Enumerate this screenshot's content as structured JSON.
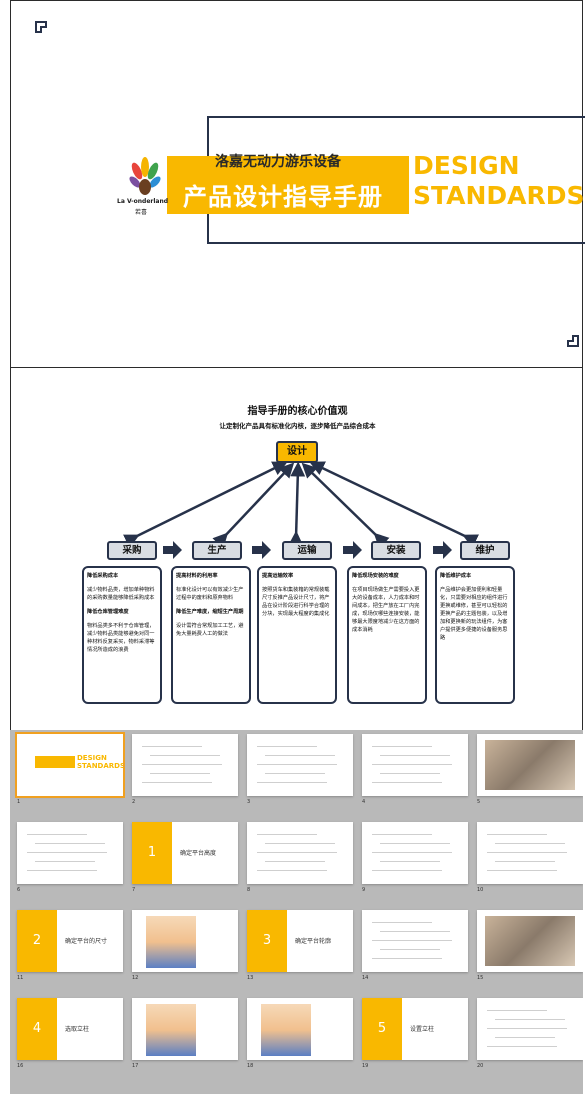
{
  "cover": {
    "logo_text": "La V-onderland",
    "logo_sub": "若喜",
    "title_cn_1": "洛嘉无动力游乐设备",
    "title_cn_2": "产品设计指导手册",
    "title_en_1": "DESIGN",
    "title_en_2": "STANDARDS"
  },
  "values": {
    "title": "指导手册的核心价值观",
    "subtitle": "让定制化产品具有标准化内核，逐步降低产品综合成本",
    "center_node": "设计",
    "stages": [
      "采购",
      "生产",
      "运输",
      "安装",
      "维护"
    ],
    "cards": [
      {
        "h1": "降低采购成本",
        "p1": "减少物料品类，增加单种物料的采购数量能够降低采购成本",
        "h2": "降低仓库管理难度",
        "p2": "物料品类多不利于仓库管理，减少物料品类能够避免对同一种材料反复采买，物料采滞等情况所造成的浪费"
      },
      {
        "h1": "提高材料的利用率",
        "p1": "标准化设计可以有效减少生产过程中的废料和原弃物料",
        "h2": "降低生产难度，缩短生产周期",
        "p2": "设计需符合常规加工工艺，避免大量耗费人工的做法"
      },
      {
        "h1": "提高运输效率",
        "p1": "按照货车和集装箱的常规装载尺寸反推产品设计尺寸，将产品在设计阶段进行科学合理的分块，实现最大程度的集成化",
        "h2": "",
        "p2": ""
      },
      {
        "h1": "降低现场安装的难度",
        "p1": "在项目现场做生产需要投入更大的设备成本，人力成本和时间成本，把生产放在工厂内完成，现场仅哪些连接安装，能够最大限度地减少在这方面的成本消耗",
        "h2": "",
        "p2": ""
      },
      {
        "h1": "降低维护成本",
        "p1": "产品维护会更加便利和轻量化，只需要对相应的组件进行更换或维修，甚至可以轻松的更换产品的主题包装，以及增加和更换新的玩法组件，为客户提供更多便捷的设备服务思路",
        "h2": "",
        "p2": ""
      }
    ]
  },
  "thumbnails": [
    {
      "num": "1",
      "kind": "cover",
      "label": ""
    },
    {
      "num": "2",
      "kind": "text",
      "label": ""
    },
    {
      "num": "3",
      "kind": "diagram",
      "label": ""
    },
    {
      "num": "4",
      "kind": "diagram",
      "label": ""
    },
    {
      "num": "5",
      "kind": "photo",
      "label": ""
    },
    {
      "num": "6",
      "kind": "drawing",
      "label": ""
    },
    {
      "num": "7",
      "kind": "section",
      "label": "1",
      "title": "确定平台高度"
    },
    {
      "num": "8",
      "kind": "text",
      "label": ""
    },
    {
      "num": "9",
      "kind": "drawing",
      "label": ""
    },
    {
      "num": "10",
      "kind": "diagram",
      "label": ""
    },
    {
      "num": "11",
      "kind": "section",
      "label": "2",
      "title": "确定平台的尺寸"
    },
    {
      "num": "12",
      "kind": "chart",
      "label": ""
    },
    {
      "num": "13",
      "kind": "section",
      "label": "3",
      "title": "确定平台轮廓"
    },
    {
      "num": "14",
      "kind": "drawing",
      "label": ""
    },
    {
      "num": "15",
      "kind": "photo",
      "label": ""
    },
    {
      "num": "16",
      "kind": "section",
      "label": "4",
      "title": "选取立柱"
    },
    {
      "num": "17",
      "kind": "chart",
      "label": ""
    },
    {
      "num": "18",
      "kind": "chart",
      "label": ""
    },
    {
      "num": "19",
      "kind": "section",
      "label": "5",
      "title": "设置立柱"
    },
    {
      "num": "20",
      "kind": "drawing",
      "label": ""
    }
  ],
  "colors": {
    "accent": "#f9b800",
    "frame": "#27324a"
  }
}
